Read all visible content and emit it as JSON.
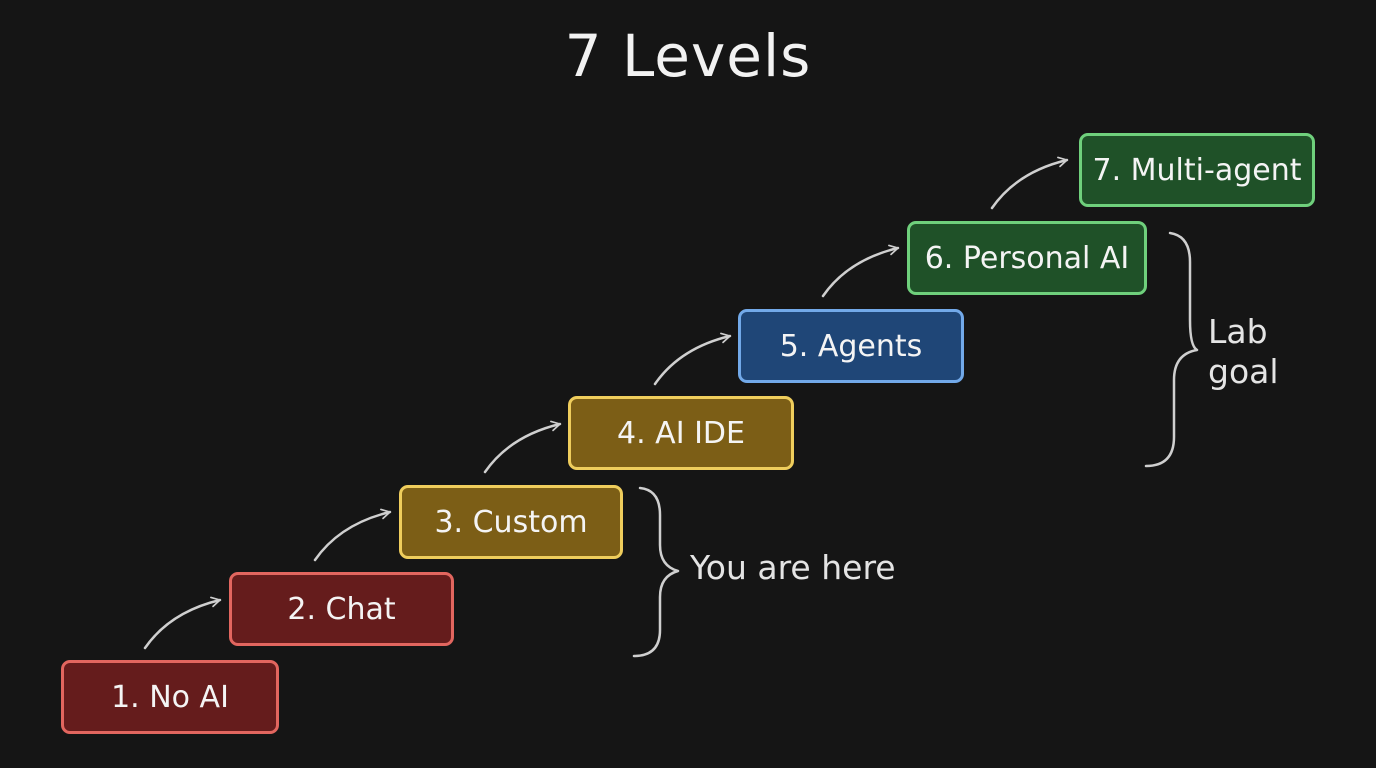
{
  "title": "7 Levels",
  "levels": [
    {
      "label": "1. No AI",
      "color": "#651c1c",
      "border": "#e2665f"
    },
    {
      "label": "2. Chat",
      "color": "#651c1c",
      "border": "#e2665f"
    },
    {
      "label": "3. Custom",
      "color": "#7c5e16",
      "border": "#efcd5c"
    },
    {
      "label": "4. AI IDE",
      "color": "#7c5e16",
      "border": "#efcd5c"
    },
    {
      "label": "5. Agents",
      "color": "#1f4677",
      "border": "#72a9e9"
    },
    {
      "label": "6. Personal AI",
      "color": "#1f5128",
      "border": "#6fd07c"
    },
    {
      "label": "7. Multi-agent",
      "color": "#1f5128",
      "border": "#6fd07c"
    }
  ],
  "annotations": {
    "current": "You are here",
    "goal_line1": "Lab",
    "goal_line2": "goal"
  },
  "colors": {
    "background": "#151515",
    "text": "#f2f2f2",
    "arrows": "#cfcfcf"
  }
}
